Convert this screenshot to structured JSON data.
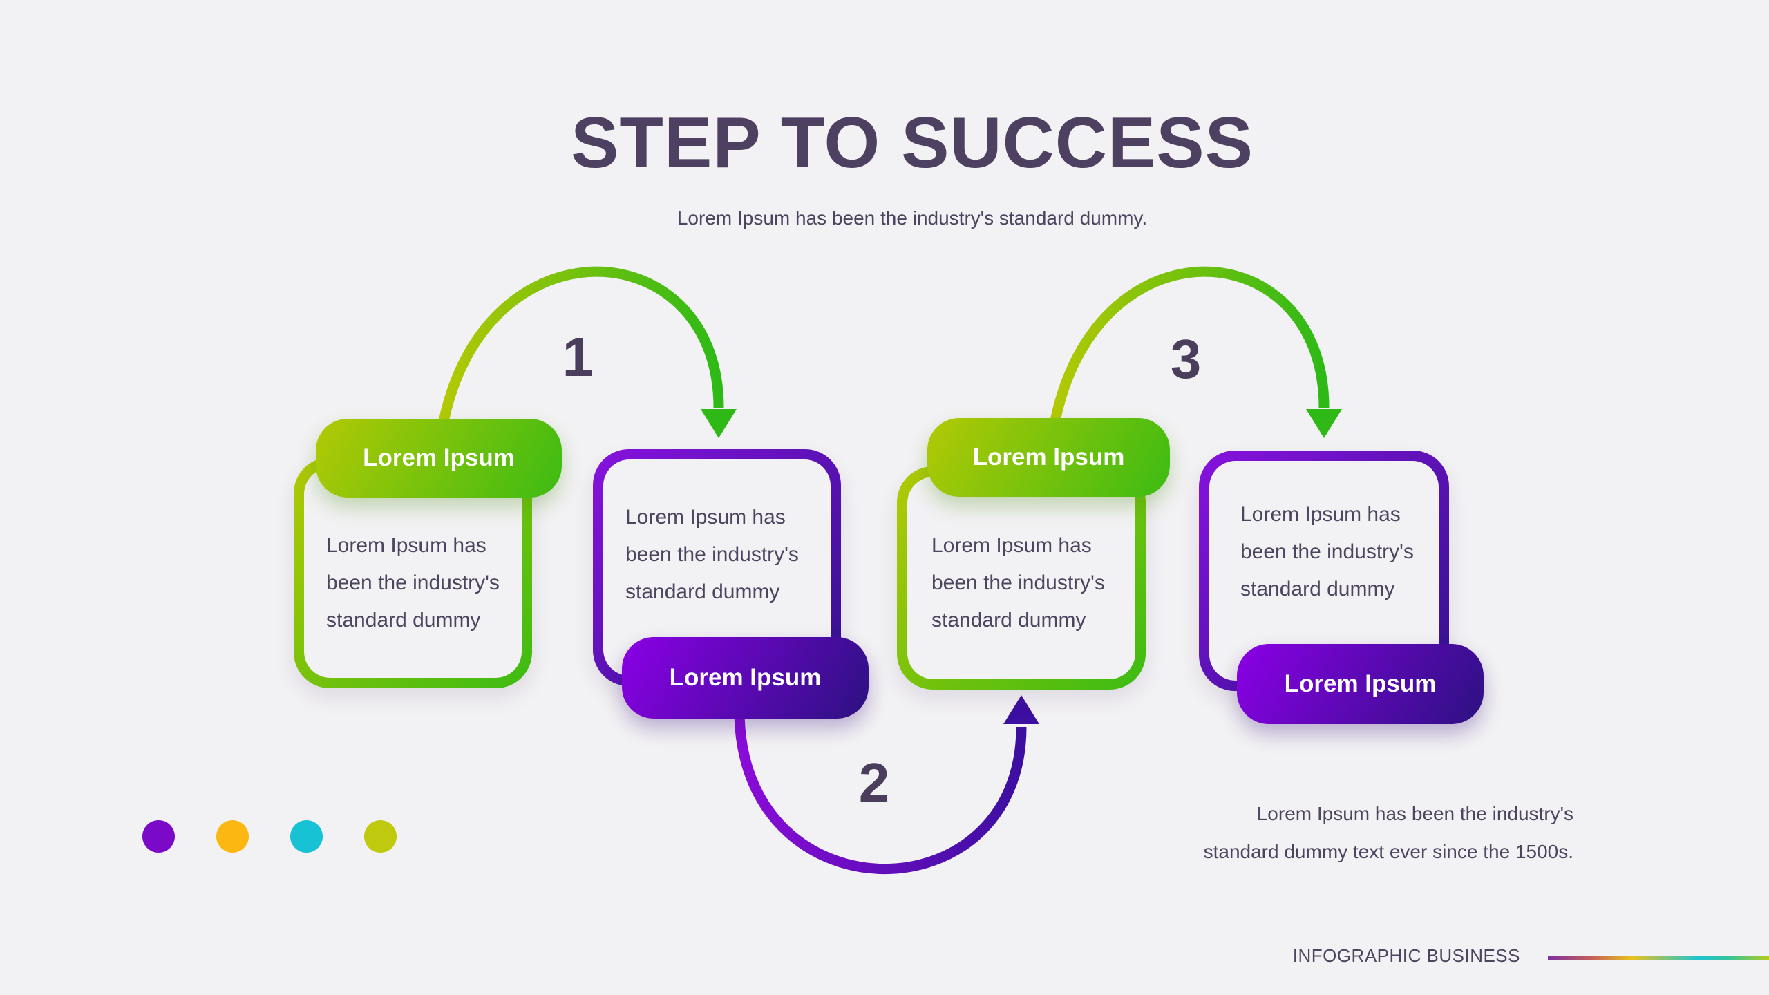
{
  "header": {
    "title": "STEP TO SUCCESS",
    "subtitle": "Lorem Ipsum has been the industry's standard dummy."
  },
  "cards": [
    {
      "label": "Lorem Ipsum",
      "body": "Lorem Ipsum has been the industry's standard dummy",
      "accent": "green",
      "label_position": "top"
    },
    {
      "label": "Lorem Ipsum",
      "body": "Lorem Ipsum has been the industry's standard dummy",
      "accent": "purple",
      "label_position": "bottom"
    },
    {
      "label": "Lorem Ipsum",
      "body": "Lorem Ipsum has been the industry's standard dummy",
      "accent": "green",
      "label_position": "top"
    },
    {
      "label": "Lorem Ipsum",
      "body": "Lorem Ipsum has been the industry's standard dummy",
      "accent": "purple",
      "label_position": "bottom"
    }
  ],
  "arrows": [
    {
      "number": "1",
      "color": "green"
    },
    {
      "number": "2",
      "color": "purple"
    },
    {
      "number": "3",
      "color": "green"
    }
  ],
  "caption": {
    "line1": "Lorem Ipsum has been the industry's",
    "line2": "standard dummy text ever since the 1500s."
  },
  "footer": {
    "brand": "INFOGRAPHIC BUSINESS"
  },
  "decorations": {
    "dots": [
      "#7a0ac8",
      "#fdb713",
      "#16c2d3",
      "#bfc90e"
    ],
    "footer_line_colors": [
      "#7d2fa0",
      "#e9c11e",
      "#1ec4cf",
      "#b5cb1f"
    ]
  },
  "colors": {
    "background": "#f2f1f3",
    "heading": "#4e4060",
    "text": "#4d4460",
    "number": "#4b3e5c",
    "green_start": "#b3c905",
    "green_end": "#3cbb13",
    "purple_start": "#8712de",
    "purple_end": "#31128c",
    "purple_pill_start": "#8b00e6",
    "purple_pill_end": "#2c1181",
    "arrow_green_start": "#b6c904",
    "arrow_green_end": "#2eb917",
    "arrow_purple_start": "#8a0cd8",
    "arrow_purple_end": "#3c0fa0",
    "pill_text": "#ffffff"
  }
}
